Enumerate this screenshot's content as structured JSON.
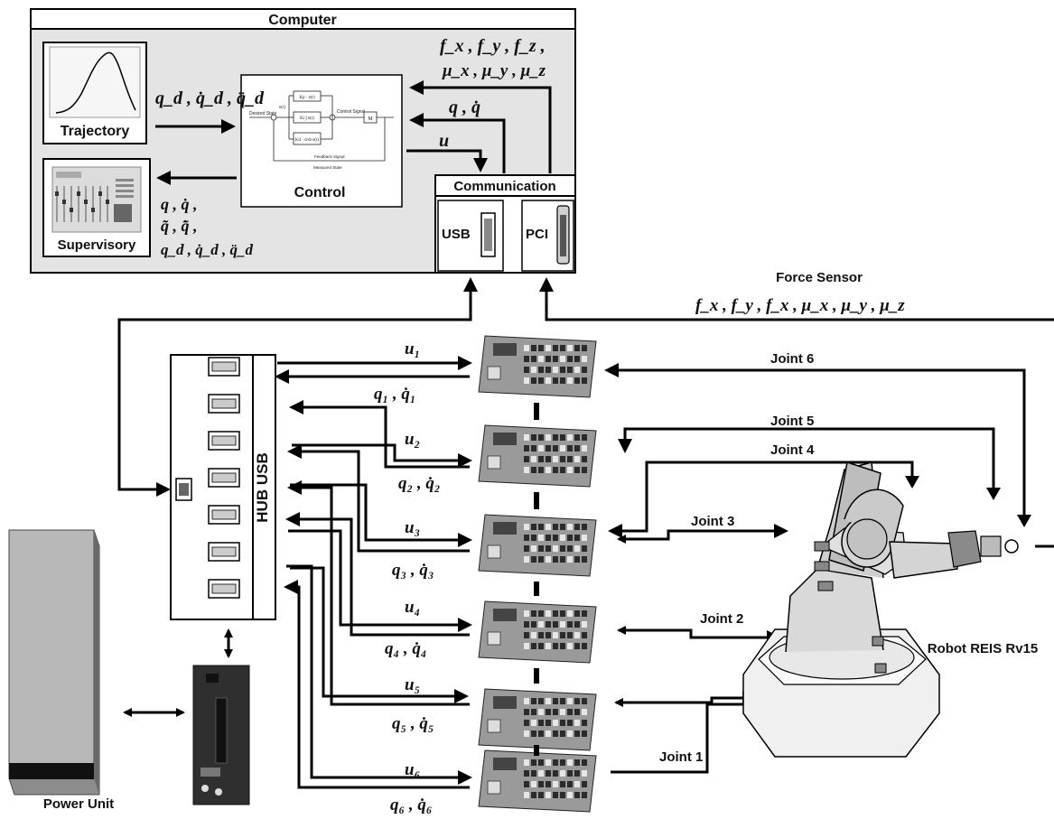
{
  "computer": {
    "title": "Computer",
    "trajectory_label": "Trajectory",
    "control_label": "Control",
    "supervisory_label": "Supervisory",
    "communication_label": "Communication",
    "usb_label": "USB",
    "pci_label": "PCI",
    "traj_to_control_signal": "q_d , q̇_d , q̈_d",
    "force_to_control_line1": "f_x , f_y , f_z ,",
    "force_to_control_line2": "μ_x , μ_y , μ_z",
    "comm_to_control_signal": "q , q̇",
    "control_to_comm_signal": "u",
    "control_to_supervisory_line1": "q , q̇ ,",
    "control_to_supervisory_line2": "q̃ , q̃̇ ,",
    "control_to_supervisory_line3": "q_d , q̇_d , q̈_d",
    "control_block": {
      "desired_state": "Desired State",
      "error_signal": "e(t)",
      "kp_block": "Kp · e(t)",
      "ki_block": "Ki ∫ e(t)",
      "kd_block": "Kd · d/dt e(t)",
      "control_signal": "Control Signal",
      "plant_block": "M",
      "feedback_signal": "Feedback Signal",
      "measured_state": "Measured State"
    }
  },
  "hub": {
    "label": "HUB USB"
  },
  "force_sensor": {
    "title": "Force Sensor",
    "signal": "f_x , f_y , f_x , μ_x , μ_y , μ_z"
  },
  "joints": [
    {
      "u": "u₁",
      "q": "q₁ , q̇₁",
      "joint": "Joint 1"
    },
    {
      "u": "u₂",
      "q": "q₂ , q̇₂",
      "joint": "Joint 2"
    },
    {
      "u": "u₃",
      "q": "q₃ , q̇₃",
      "joint": "Joint 3"
    },
    {
      "u": "u₄",
      "q": "q₄ , q̇₄",
      "joint": "Joint 4"
    },
    {
      "u": "u₅",
      "q": "q₅ , q̇₅",
      "joint": "Joint 5"
    },
    {
      "u": "u₆",
      "q": "q₆ , q̇₆",
      "joint": "Joint 6"
    }
  ],
  "robot": {
    "label": "Robot REIS Rv15"
  },
  "power_unit": {
    "label": "Power Unit"
  }
}
